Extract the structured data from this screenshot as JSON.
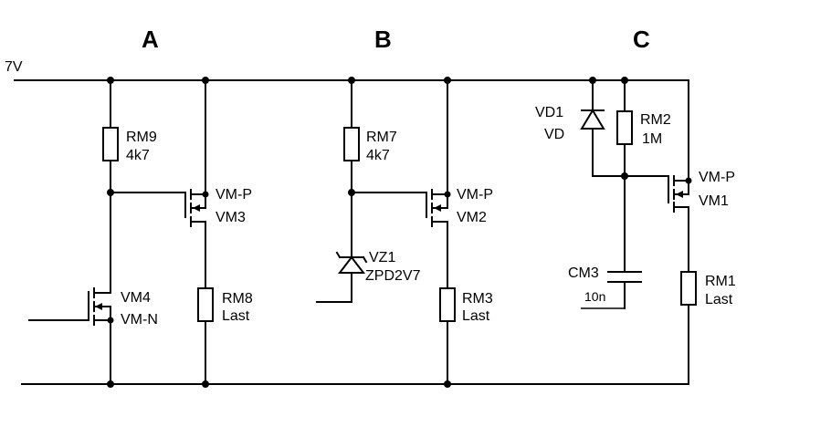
{
  "sections": {
    "a": "A",
    "b": "B",
    "c": "C"
  },
  "supply": "7V",
  "circuit_a": {
    "rm9": {
      "name": "RM9",
      "value": "4k7"
    },
    "vm3": {
      "type": "VM-P",
      "name": "VM3"
    },
    "vm4": {
      "name": "VM4",
      "type": "VM-N"
    },
    "rm8": {
      "name": "RM8",
      "value": "Last"
    }
  },
  "circuit_b": {
    "rm7": {
      "name": "RM7",
      "value": "4k7"
    },
    "vm2": {
      "type": "VM-P",
      "name": "VM2"
    },
    "vz1": {
      "name": "VZ1",
      "type": "ZPD2V7"
    },
    "rm3": {
      "name": "RM3",
      "value": "Last"
    }
  },
  "circuit_c": {
    "vd1": {
      "name": "VD1",
      "type": "VD"
    },
    "rm2": {
      "name": "RM2",
      "value": "1M"
    },
    "vm1": {
      "type": "VM-P",
      "name": "VM1"
    },
    "cm3": {
      "name": "CM3",
      "value": "10n"
    },
    "rm1": {
      "name": "RM1",
      "value": "Last"
    }
  }
}
